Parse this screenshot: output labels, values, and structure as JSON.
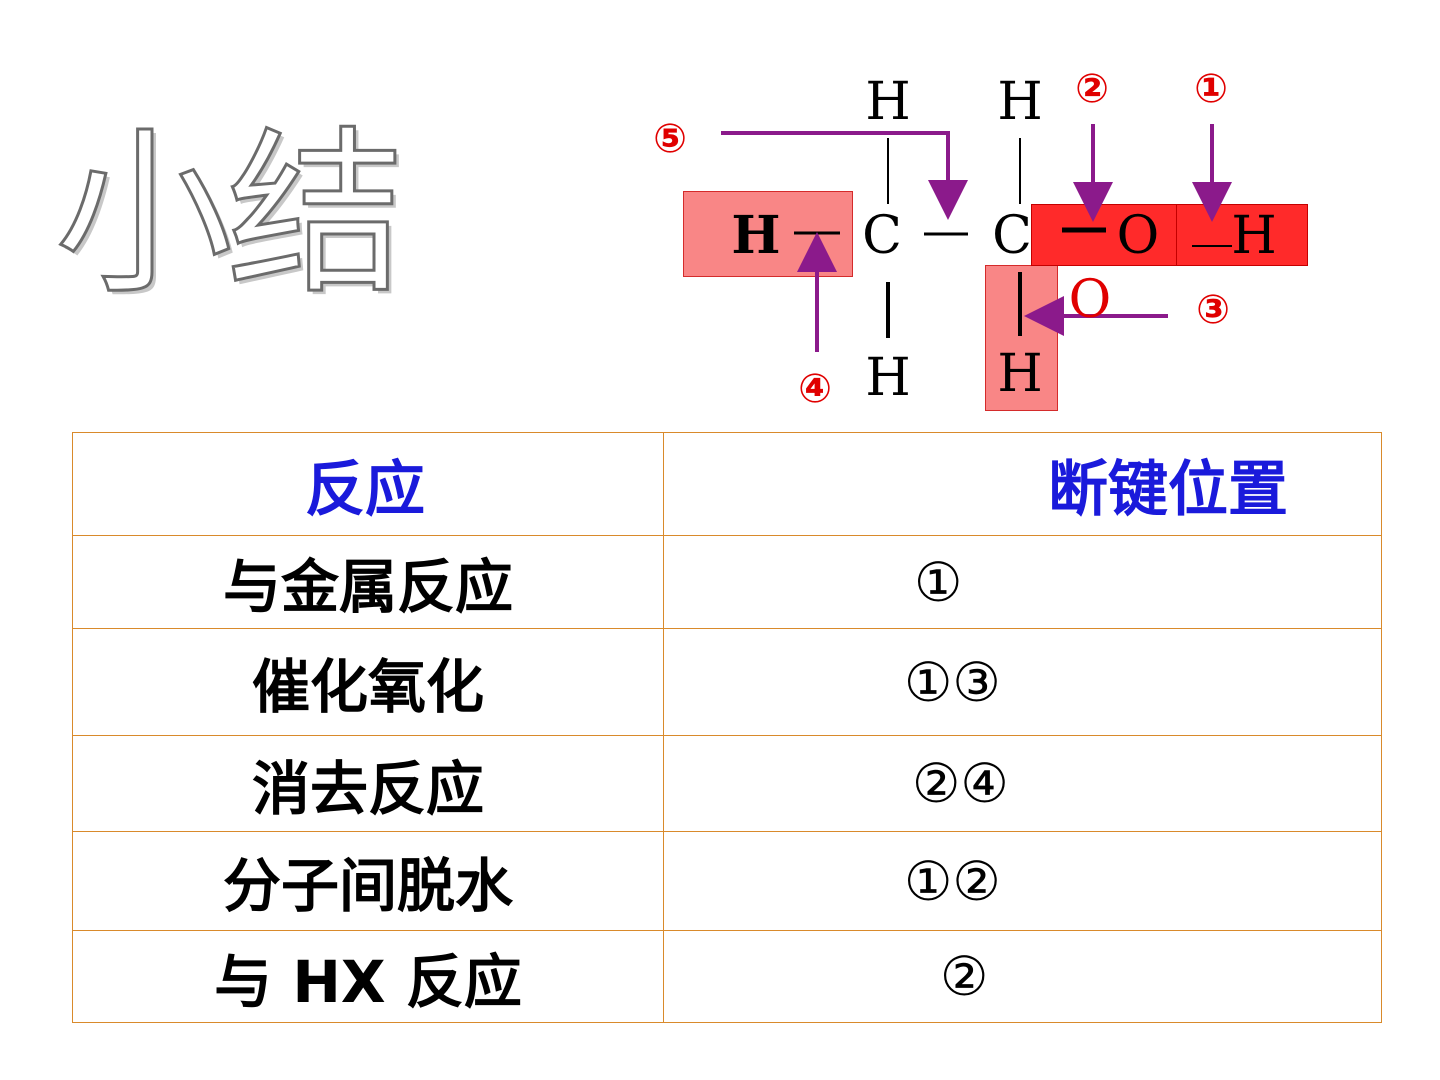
{
  "title": "小结",
  "structure": {
    "atoms": {
      "h_top_1": "H",
      "h_top_2": "H",
      "h_left": "H",
      "c1": "C",
      "c2": "C",
      "o_main": "O",
      "h_right": "H",
      "o_red": "O",
      "h_bottom_1": "H",
      "h_bottom_2": "H"
    },
    "bond_h_c": "─",
    "bond_c_c": "─",
    "bond_c_o": "─",
    "bond_o_h": "—",
    "markers": [
      "①",
      "②",
      "③",
      "④",
      "⑤"
    ],
    "colors": {
      "marker": "#e00000",
      "arrow": "#8b1a8b",
      "highlight": "#f53c3c"
    }
  },
  "table": {
    "headers": [
      "反应",
      "断键位置"
    ],
    "rows": [
      {
        "reaction": "与金属反应",
        "position": "①"
      },
      {
        "reaction": "催化氧化",
        "position": "①③"
      },
      {
        "reaction": "消去反应",
        "position": "②④"
      },
      {
        "reaction": "分子间脱水",
        "position": "①②"
      },
      {
        "reaction": "与 HX 反应",
        "position": "②"
      }
    ],
    "colors": {
      "header_text": "#1a1adb",
      "border": "#d98a2b"
    }
  }
}
